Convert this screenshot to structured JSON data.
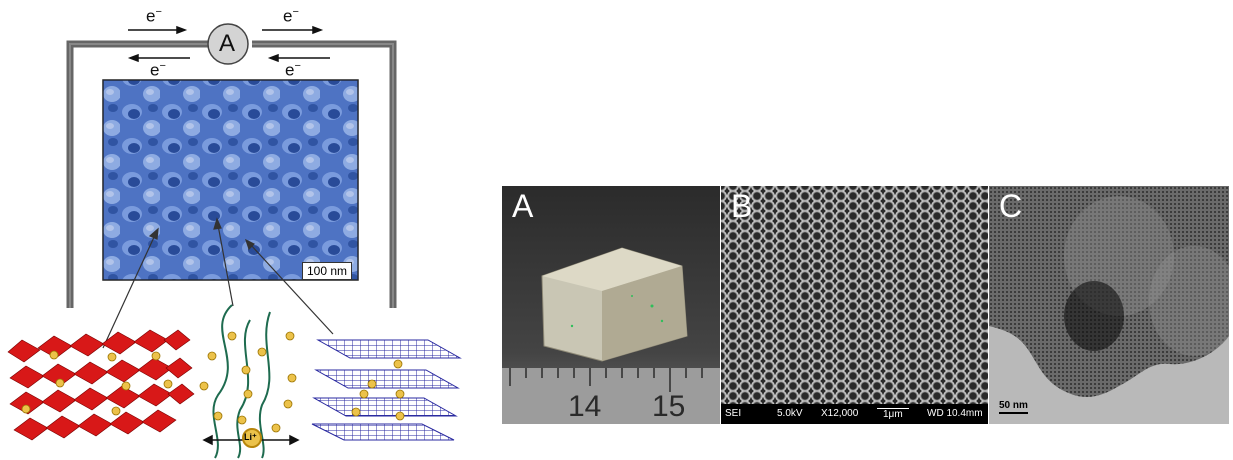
{
  "schematic": {
    "electron_top_left": "e",
    "electron_top_right": "e",
    "electron_bottom_left": "e",
    "electron_bottom_right": "e",
    "electron_superscript": "−",
    "ammeter_label": "A",
    "sem_scale_label": "100 nm",
    "ion_label": "Li⁺"
  },
  "panels": {
    "a_label": "A",
    "a_ruler_left": "14",
    "a_ruler_right": "15",
    "b_label": "B",
    "b_sem_mode": "SEI",
    "b_voltage": "5.0kV",
    "b_magnification": "X12,000",
    "b_scale": "1μm",
    "b_working_distance": "WD 10.4mm",
    "c_label": "C",
    "c_scale": "50 nm"
  },
  "colors": {
    "sem_blue": "#4a6fc4",
    "crystal_red": "#d81818",
    "graphite_blue": "#2a2aa0",
    "electrolyte_green": "#1e6b4f",
    "ion_gold": "#d9a520"
  }
}
